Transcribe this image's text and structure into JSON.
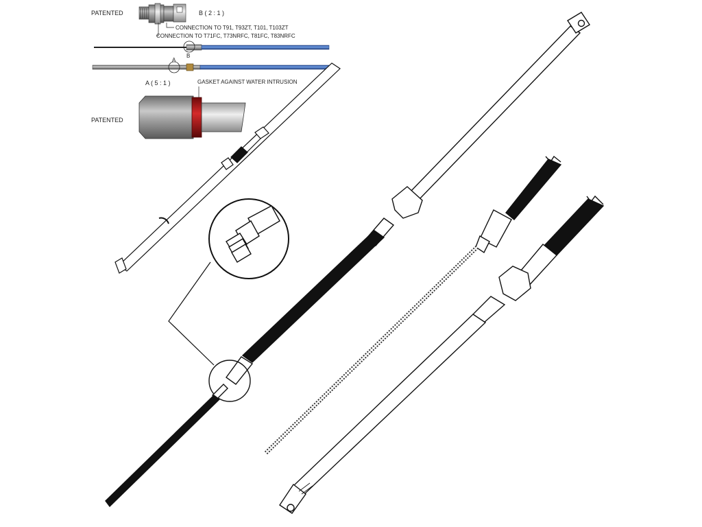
{
  "labels": {
    "patented_top": "PATENTED",
    "detail_b_scale": "B ( 2 : 1 )",
    "connection_1": "CONNECTION TO T91, T93ZT, T101, T103ZT",
    "connection_2": "CONNECTION TO T71FC, T73NRFC, T81FC, T83NRFC",
    "marker_a": "A",
    "marker_b": "B",
    "detail_a_scale": "A ( 5 : 1 )",
    "gasket": "GASKET AGAINST WATER INTRUSION",
    "patented_mid": "PATENTED"
  },
  "colors": {
    "cable_blue": "#3f6fc0",
    "gasket_red": "#b01818",
    "sleeve_gray": "#8a8a8a",
    "brass": "#b08a3e",
    "line": "#111111"
  }
}
